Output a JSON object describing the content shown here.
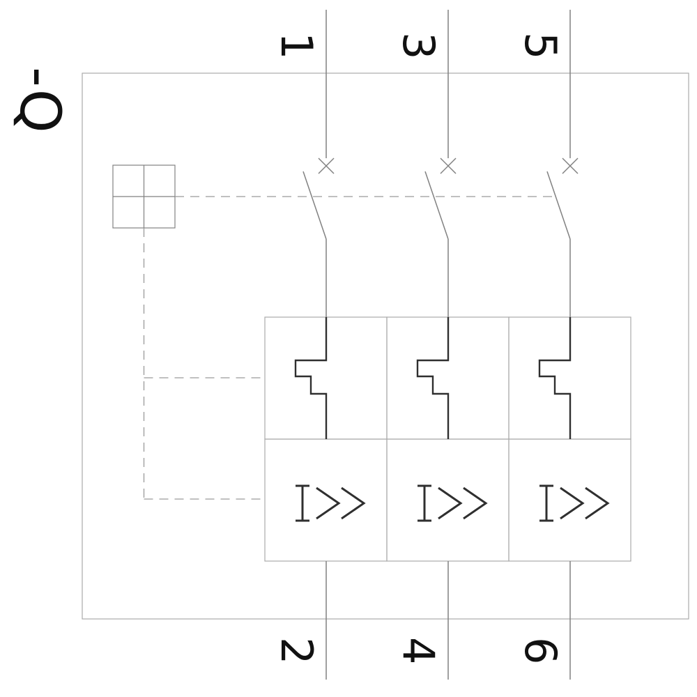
{
  "device_tag": "-Q",
  "poles": [
    {
      "id": 1,
      "top_terminal": "1",
      "bottom_terminal": "2"
    },
    {
      "id": 2,
      "top_terminal": "3",
      "bottom_terminal": "4"
    },
    {
      "id": 3,
      "top_terminal": "5",
      "bottom_terminal": "6"
    }
  ],
  "symbols": {
    "magnetic_trip_label": "I>>",
    "contact": "circuit-breaker-contact-cross",
    "thermal_overload": "thermal-overload-step",
    "actuator": "operating-mechanism-linkage"
  },
  "colors": {
    "background": "#ffffff",
    "line": "#818181",
    "box": "#ababab",
    "dashed": "#9a9a9a",
    "symbol": "#2f2f2f",
    "text": "#111111"
  }
}
